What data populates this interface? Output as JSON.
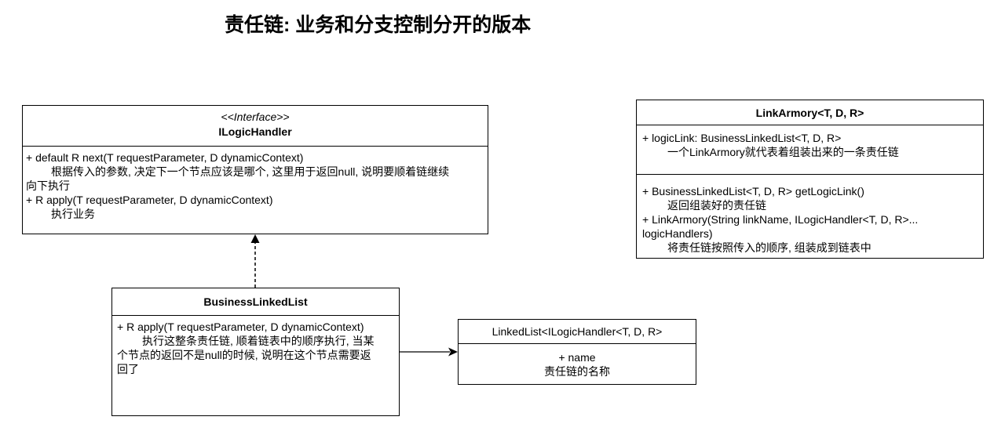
{
  "title": "责任链: 业务和分支控制分开的版本",
  "ilogic_handler": {
    "stereotype": "<<Interface>>",
    "name": "ILogicHandler",
    "method1": "+ default R next(T requestParameter, D dynamicContext)",
    "method1_desc_line1": "根据传入的参数, 决定下一个节点应该是哪个, 这里用于返回null, 说明要顺着链继续",
    "method1_desc_line2": "向下执行",
    "method2": "+ R apply(T requestParameter, D dynamicContext)",
    "method2_desc": "执行业务"
  },
  "business_linked_list": {
    "name": "BusinessLinkedList",
    "method": "+ R apply(T requestParameter, D dynamicContext)",
    "desc_line1": "执行这整条责任链, 顺着链表中的顺序执行, 当某",
    "desc_line2": "个节点的返回不是null的时候, 说明在这个节点需要返",
    "desc_line3": "回了"
  },
  "linked_list": {
    "name": "LinkedList<ILogicHandler<T, D, R>",
    "field": "+ name",
    "field_desc": "责任链的名称"
  },
  "link_armory": {
    "name": "LinkArmory<T, D, R>",
    "field": "+ logicLink: BusinessLinkedList<T, D, R>",
    "field_desc": "一个LinkArmory就代表着组装出来的一条责任链",
    "method1": "+ BusinessLinkedList<T, D, R> getLogicLink()",
    "method1_desc": "返回组装好的责任链",
    "method2_line1": "+  LinkArmory(String linkName, ILogicHandler<T, D, R>...",
    "method2_line2": "logicHandlers)",
    "method2_desc": "将责任链按照传入的顺序, 组装成到链表中"
  }
}
